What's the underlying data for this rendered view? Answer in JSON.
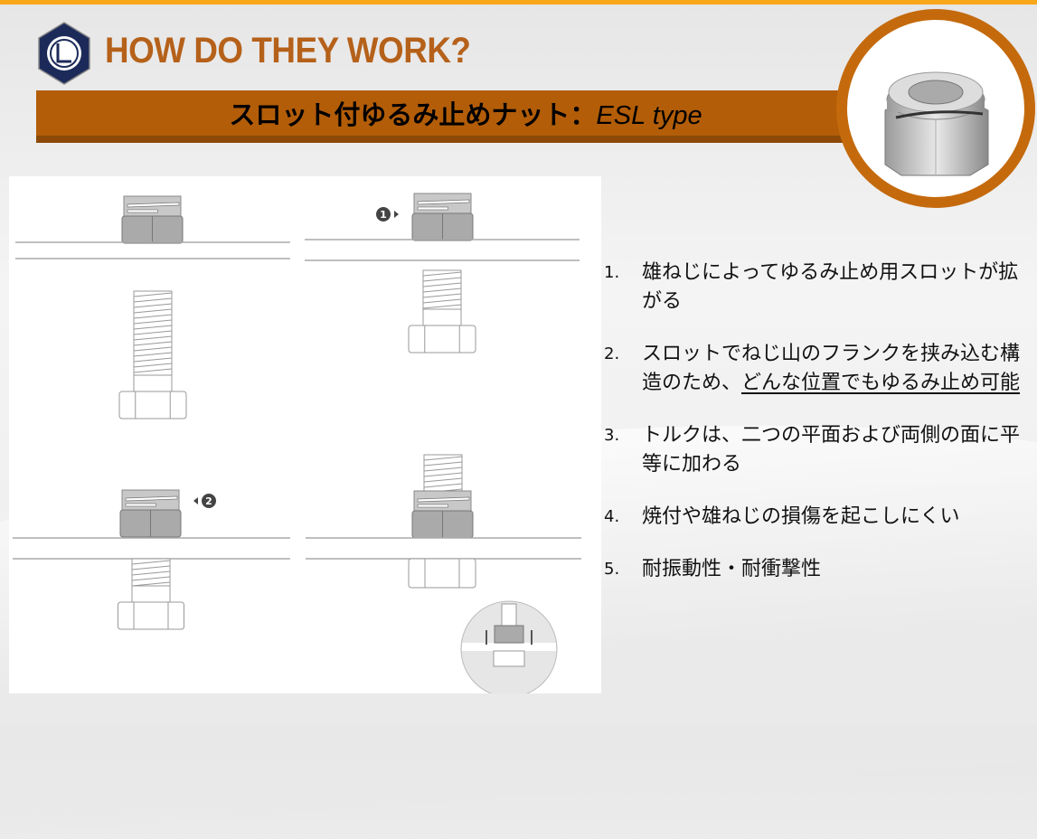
{
  "header": {
    "title": "HOW DO THEY WORK?",
    "subtitle_jp": "スロット付ゆるみ止めナット：",
    "subtitle_type": "ESL type"
  },
  "logo": {
    "icon": "company-logo-hexagon"
  },
  "photo": {
    "icon": "slotted-nut-photo"
  },
  "diagram": {
    "step_labels": [
      "1",
      "2"
    ]
  },
  "steps": [
    {
      "num": "1.",
      "text": "雄ねじによってゆるみ止め用スロットが拡がる",
      "underlined": ""
    },
    {
      "num": "2.",
      "text": "スロットでねじ山のフランクを挟み込む構造のため、",
      "underlined": "どんな位置でもゆるみ止め可能"
    },
    {
      "num": "3.",
      "text": "トルクは、二つの平面および両側の面に平等に加わる",
      "underlined": ""
    },
    {
      "num": "4.",
      "text": "焼付や雄ねじの損傷を起こしにくい",
      "underlined": ""
    },
    {
      "num": "5.",
      "text": "耐振動性・耐衝撃性",
      "underlined": ""
    }
  ],
  "colors": {
    "accent": "#b35d08",
    "title": "#b5611a",
    "topbar": "#f9a61a",
    "logo": "#1c2a5a"
  }
}
